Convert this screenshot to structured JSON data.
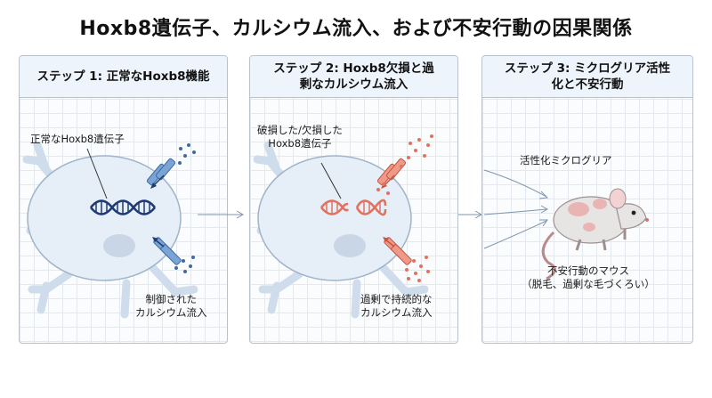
{
  "title": "Hoxb8遺伝子、カルシウム流入、および不安行動の因果関係",
  "panels": [
    {
      "header": "ステップ 1: 正常なHoxb8機能",
      "gene_label": "正常なHoxb8遺伝子",
      "influx_label": [
        "制御された",
        "カルシウム流入"
      ]
    },
    {
      "header_lines": [
        "ステップ 2: Hoxb8欠損と過",
        "剰なカルシウム流入"
      ],
      "gene_label": [
        "破損した/欠損した",
        "Hoxb8遺伝子"
      ],
      "influx_label": [
        "過剰で持続的な",
        "カルシウム流入"
      ]
    },
    {
      "header_lines": [
        "ステップ 3: ミクログリア活性",
        "化と不安行動"
      ],
      "microglia_label": "活性化ミクログリア",
      "mouse_label": [
        "不安行動のマウス",
        "（脱毛、過剰な毛づくろい）"
      ]
    }
  ],
  "colors": {
    "normal_dna": "#1f3b73",
    "damaged_dna": "#e0725f",
    "normal_channel": "#7aa4d6",
    "damaged_channel": "#ef9a88",
    "cell_fill": "#e6eef8",
    "nucleus_fill": "#c9d6e6"
  }
}
